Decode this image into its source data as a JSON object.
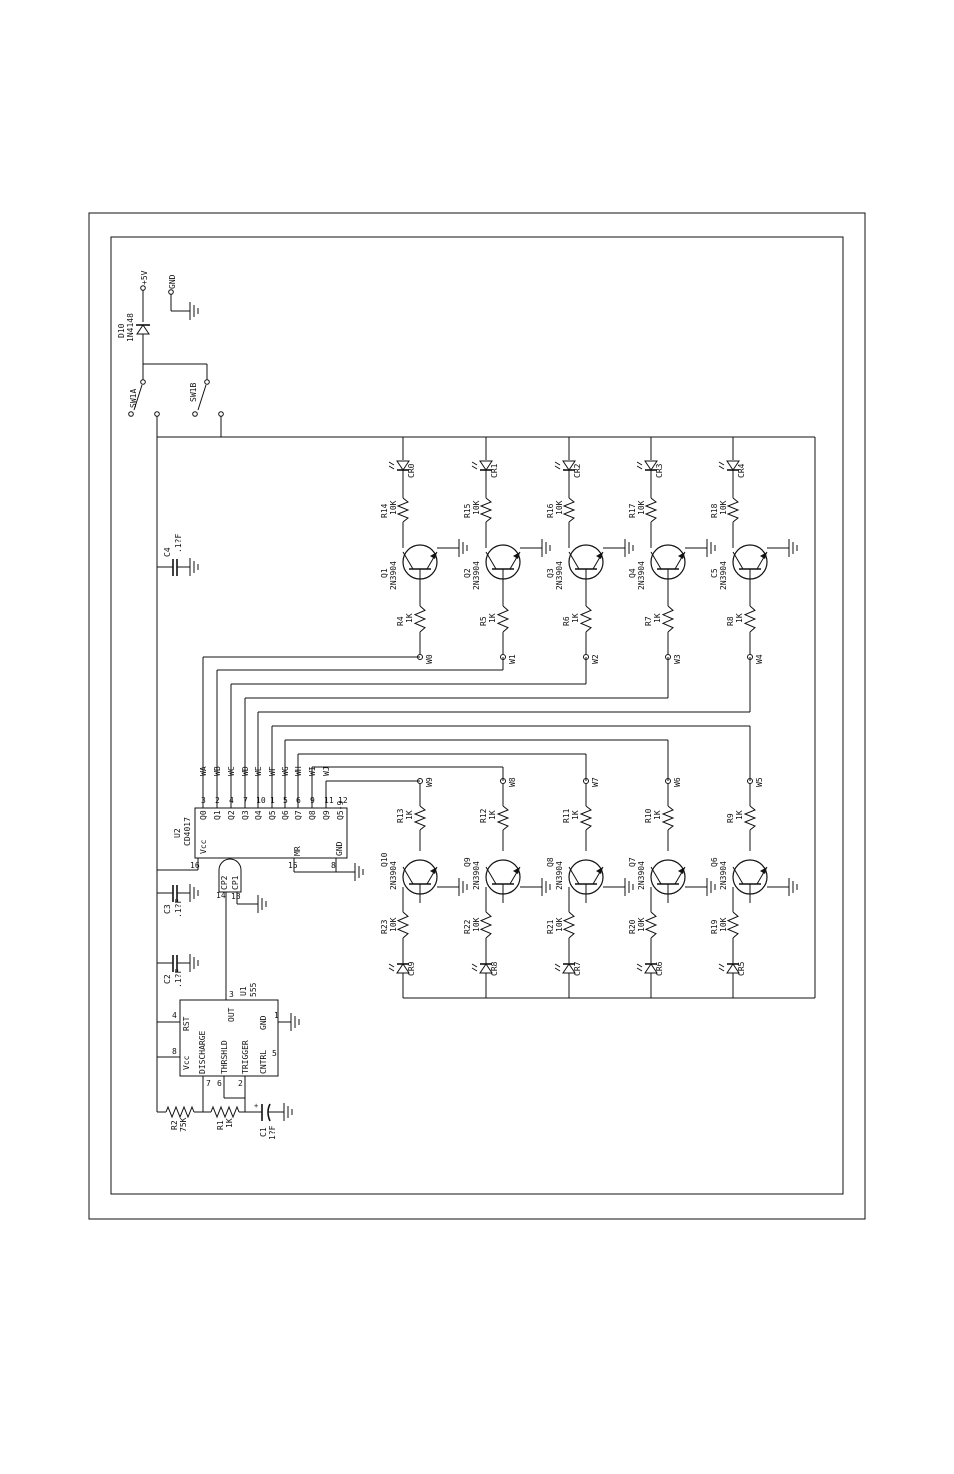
{
  "power": {
    "vplus": "+5V",
    "gnd": "GND"
  },
  "diode": {
    "ref": "D10",
    "part": "1N4148"
  },
  "switch": {
    "a": "SW1A",
    "b": "SW1B"
  },
  "caps": {
    "c4": {
      "ref": "C4",
      "val": ".1?F"
    },
    "c3": {
      "ref": "C3",
      "val": ".1?F"
    },
    "c2": {
      "ref": "C2",
      "val": ".1?F"
    },
    "c1": {
      "ref": "C1",
      "val": "1?F"
    }
  },
  "timer": {
    "ref": "U1",
    "part": "555",
    "pins": {
      "rst": "RST",
      "vcc": "Vcc",
      "discharge": "DISCHARGE",
      "thrshld": "THRSHLD",
      "trigger": "TRIGGER",
      "cntrl": "CNTRL",
      "out": "OUT",
      "gnd": "GND"
    },
    "pin_numbers": {
      "rst": "4",
      "vcc": "8",
      "discharge": "7",
      "thrshld": "6",
      "trigger": "2",
      "cntrl": "5",
      "out": "3",
      "gnd": "1"
    }
  },
  "resistors_timer": {
    "r2": {
      "ref": "R2",
      "val": "75K"
    },
    "r1": {
      "ref": "R1",
      "val": "1K"
    }
  },
  "counter": {
    "ref": "U2",
    "part": "CD4017",
    "outputs": [
      "Q0",
      "Q1",
      "Q2",
      "Q3",
      "Q4",
      "Q5",
      "Q6",
      "Q7",
      "Q8",
      "Q9",
      "Q5-9"
    ],
    "output_pins": [
      "3",
      "2",
      "4",
      "7",
      "10",
      "1",
      "5",
      "6",
      "9",
      "11",
      "12"
    ],
    "wire_labels": [
      "WA",
      "WB",
      "WC",
      "WD",
      "WE",
      "WF",
      "WG",
      "WH",
      "WI",
      "WJ"
    ],
    "vcc": "Vcc",
    "vcc_pin": "16",
    "mr": "MR",
    "mr_pin": "15",
    "gnd": "GND",
    "gnd_pin": "8",
    "cp2": "CP2",
    "cp2_pin": "14",
    "cp1": "CP1",
    "cp1_pin": "13"
  },
  "top_row": [
    {
      "led": "CR0",
      "r_pull": "R14",
      "r_pull_val": "10K",
      "q": "Q1",
      "q_part": "2N3904",
      "r_base": "R4",
      "r_base_val": "1K",
      "net": "W0"
    },
    {
      "led": "CR1",
      "r_pull": "R15",
      "r_pull_val": "10K",
      "q": "Q2",
      "q_part": "2N3904",
      "r_base": "R5",
      "r_base_val": "1K",
      "net": "W1"
    },
    {
      "led": "CR2",
      "r_pull": "R16",
      "r_pull_val": "10K",
      "q": "Q3",
      "q_part": "2N3904",
      "r_base": "R6",
      "r_base_val": "1K",
      "net": "W2"
    },
    {
      "led": "CR3",
      "r_pull": "R17",
      "r_pull_val": "10K",
      "q": "Q4",
      "q_part": "2N3904",
      "r_base": "R7",
      "r_base_val": "1K",
      "net": "W3"
    },
    {
      "led": "CR4",
      "r_pull": "R18",
      "r_pull_val": "10K",
      "q": "C5",
      "q_part": "2N3904",
      "r_base": "R8",
      "r_base_val": "1K",
      "net": "W4"
    }
  ],
  "bottom_row": [
    {
      "led": "CR9",
      "r_pull": "R23",
      "r_pull_val": "10K",
      "q": "Q10",
      "q_part": "2N3904",
      "r_base": "R13",
      "r_base_val": "1K",
      "net": "W9"
    },
    {
      "led": "CR8",
      "r_pull": "R22",
      "r_pull_val": "10K",
      "q": "Q9",
      "q_part": "2N3904",
      "r_base": "R12",
      "r_base_val": "1K",
      "net": "W8"
    },
    {
      "led": "CR7",
      "r_pull": "R21",
      "r_pull_val": "10K",
      "q": "Q8",
      "q_part": "2N3904",
      "r_base": "R11",
      "r_base_val": "1K",
      "net": "W7"
    },
    {
      "led": "CR6",
      "r_pull": "R20",
      "r_pull_val": "10K",
      "q": "Q7",
      "q_part": "2N3904",
      "r_base": "R10",
      "r_base_val": "1K",
      "net": "W6"
    },
    {
      "led": "CR5",
      "r_pull": "R19",
      "r_pull_val": "10K",
      "q": "Q6",
      "q_part": "2N3904",
      "r_base": "R9",
      "r_base_val": "1K",
      "net": "W5"
    }
  ]
}
